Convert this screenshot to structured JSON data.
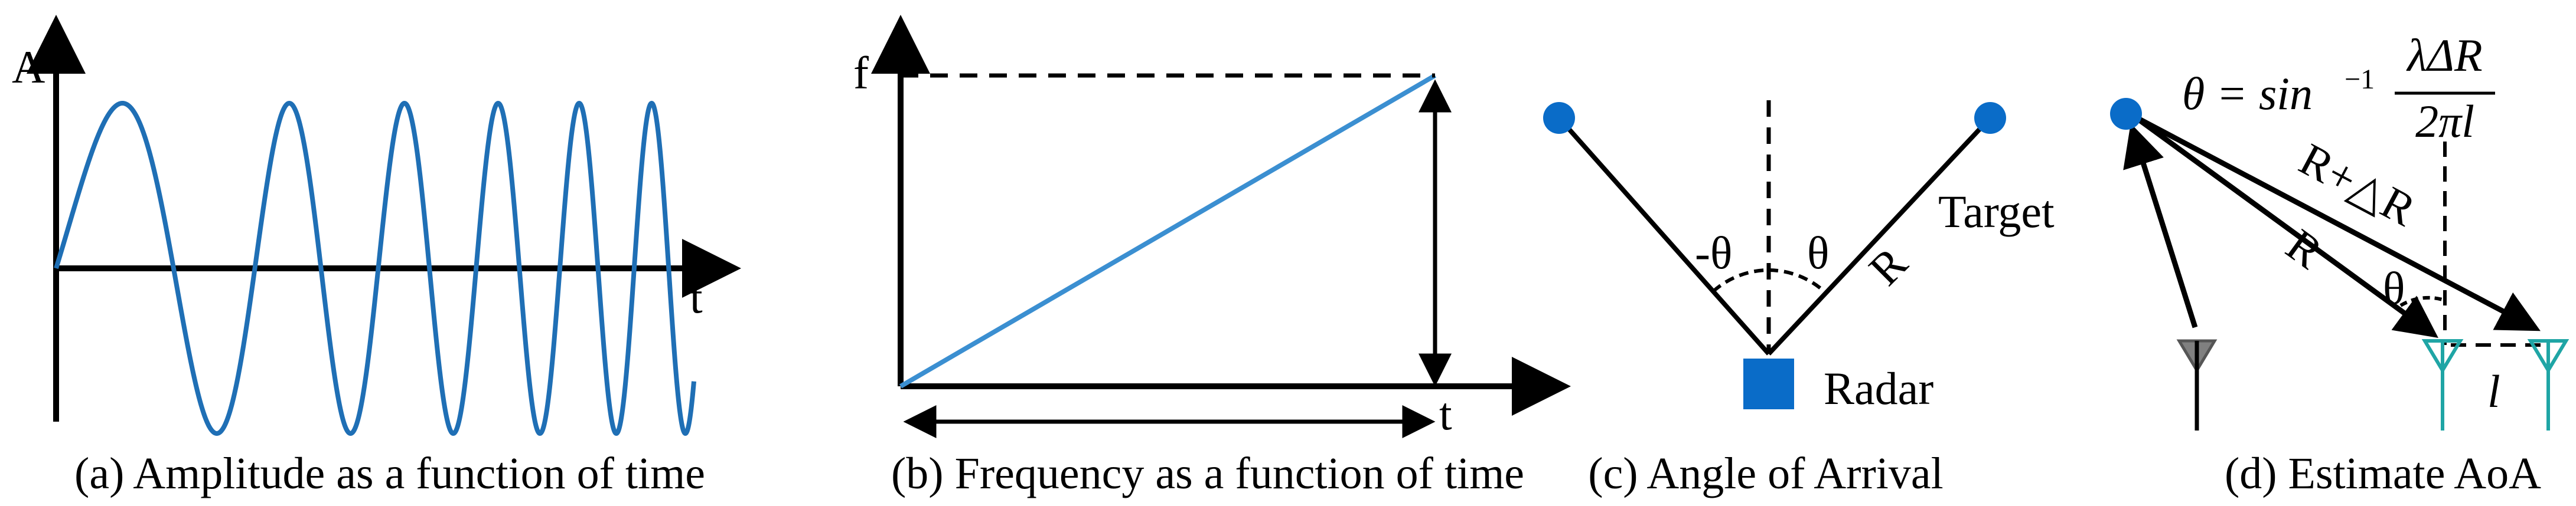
{
  "colors": {
    "wave": "#1f6fb5",
    "chirp": "#3b8fd1",
    "dot": "#0a6cc8",
    "radar": "#0a6cc8",
    "antenna_rx": "#1fa5a5",
    "antenna_tx": "#808080",
    "axis": "#000000"
  },
  "panel_a": {
    "y_label": "A",
    "x_label": "t",
    "caption": "(a) Amplitude as a function of time"
  },
  "panel_b": {
    "y_label": "f",
    "x_label": "t",
    "caption": "(b) Frequency as a function of time"
  },
  "panel_c": {
    "neg_theta": "-θ",
    "theta": "θ",
    "range": "R",
    "target": "Target",
    "radar": "Radar",
    "caption": "(c) Angle of Arrival"
  },
  "panel_d": {
    "formula_lhs": "θ = sin",
    "formula_exp": "−1",
    "formula_num": "λΔR",
    "formula_den": "2πl",
    "range_delta": "R+△R",
    "range": "R",
    "theta": "θ",
    "spacing": "l",
    "caption": "(d) Estimate AoA"
  }
}
